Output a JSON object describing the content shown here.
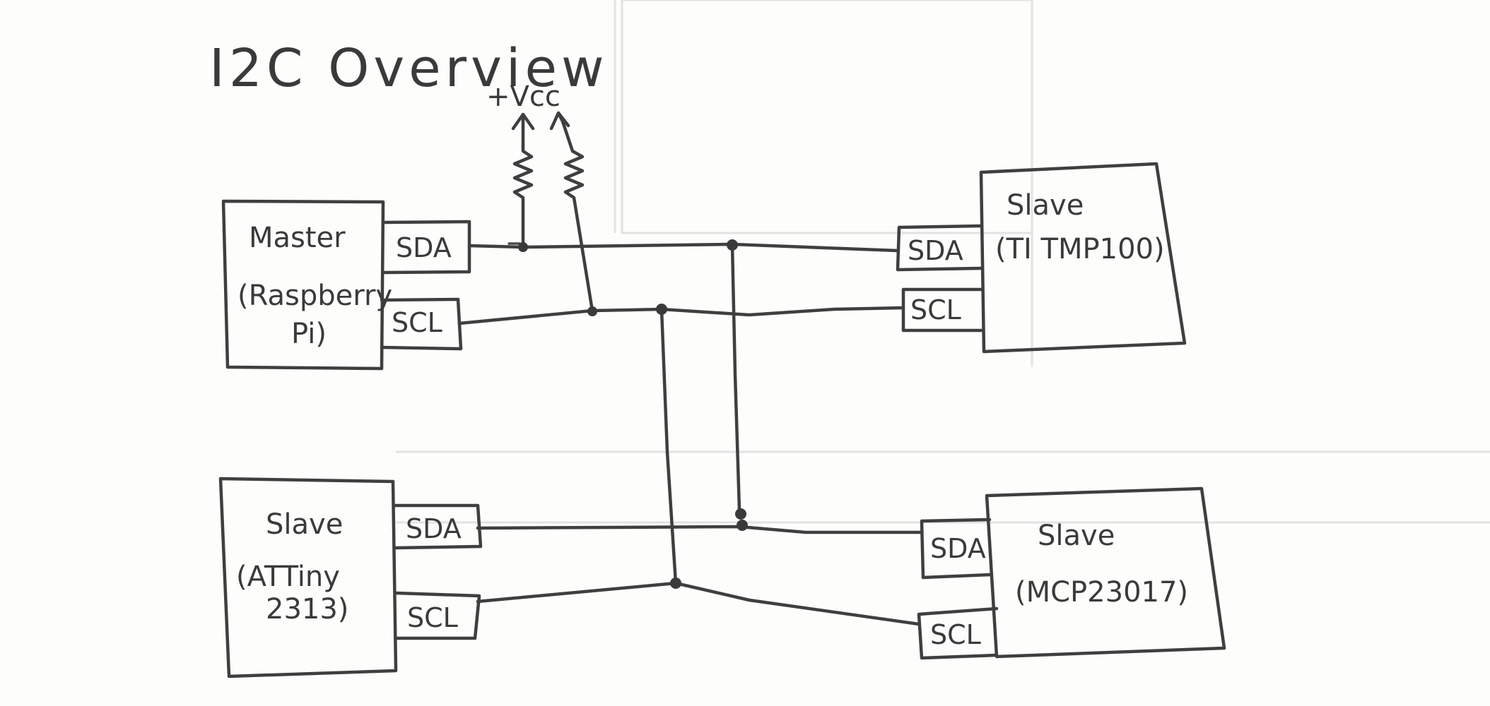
{
  "diagram": {
    "title": "I2C Overview",
    "supply_label": "+Vcc",
    "devices": [
      {
        "id": "master",
        "role": "Master",
        "part_line1": "(Raspberry",
        "part_line2": "Pi)",
        "pins": [
          "SDA",
          "SCL"
        ]
      },
      {
        "id": "tmp100",
        "role": "Slave",
        "part_line1": "(TI TMP100)",
        "pins": [
          "SDA",
          "SCL"
        ]
      },
      {
        "id": "attiny",
        "role": "Slave",
        "part_line1": "(ATTiny",
        "part_line2": "2313)",
        "pins": [
          "SDA",
          "SCL"
        ]
      },
      {
        "id": "mcp",
        "role": "Slave",
        "part_line1": "(MCP23017)",
        "pins": [
          "SDA",
          "SCL"
        ]
      }
    ],
    "buses": [
      "SDA",
      "SCL"
    ],
    "pullup_resistors": 2
  },
  "colors": {
    "ink": "#3a3a3a",
    "paper": "#fdfdfc",
    "bleed_through": "#e0e0e0"
  }
}
